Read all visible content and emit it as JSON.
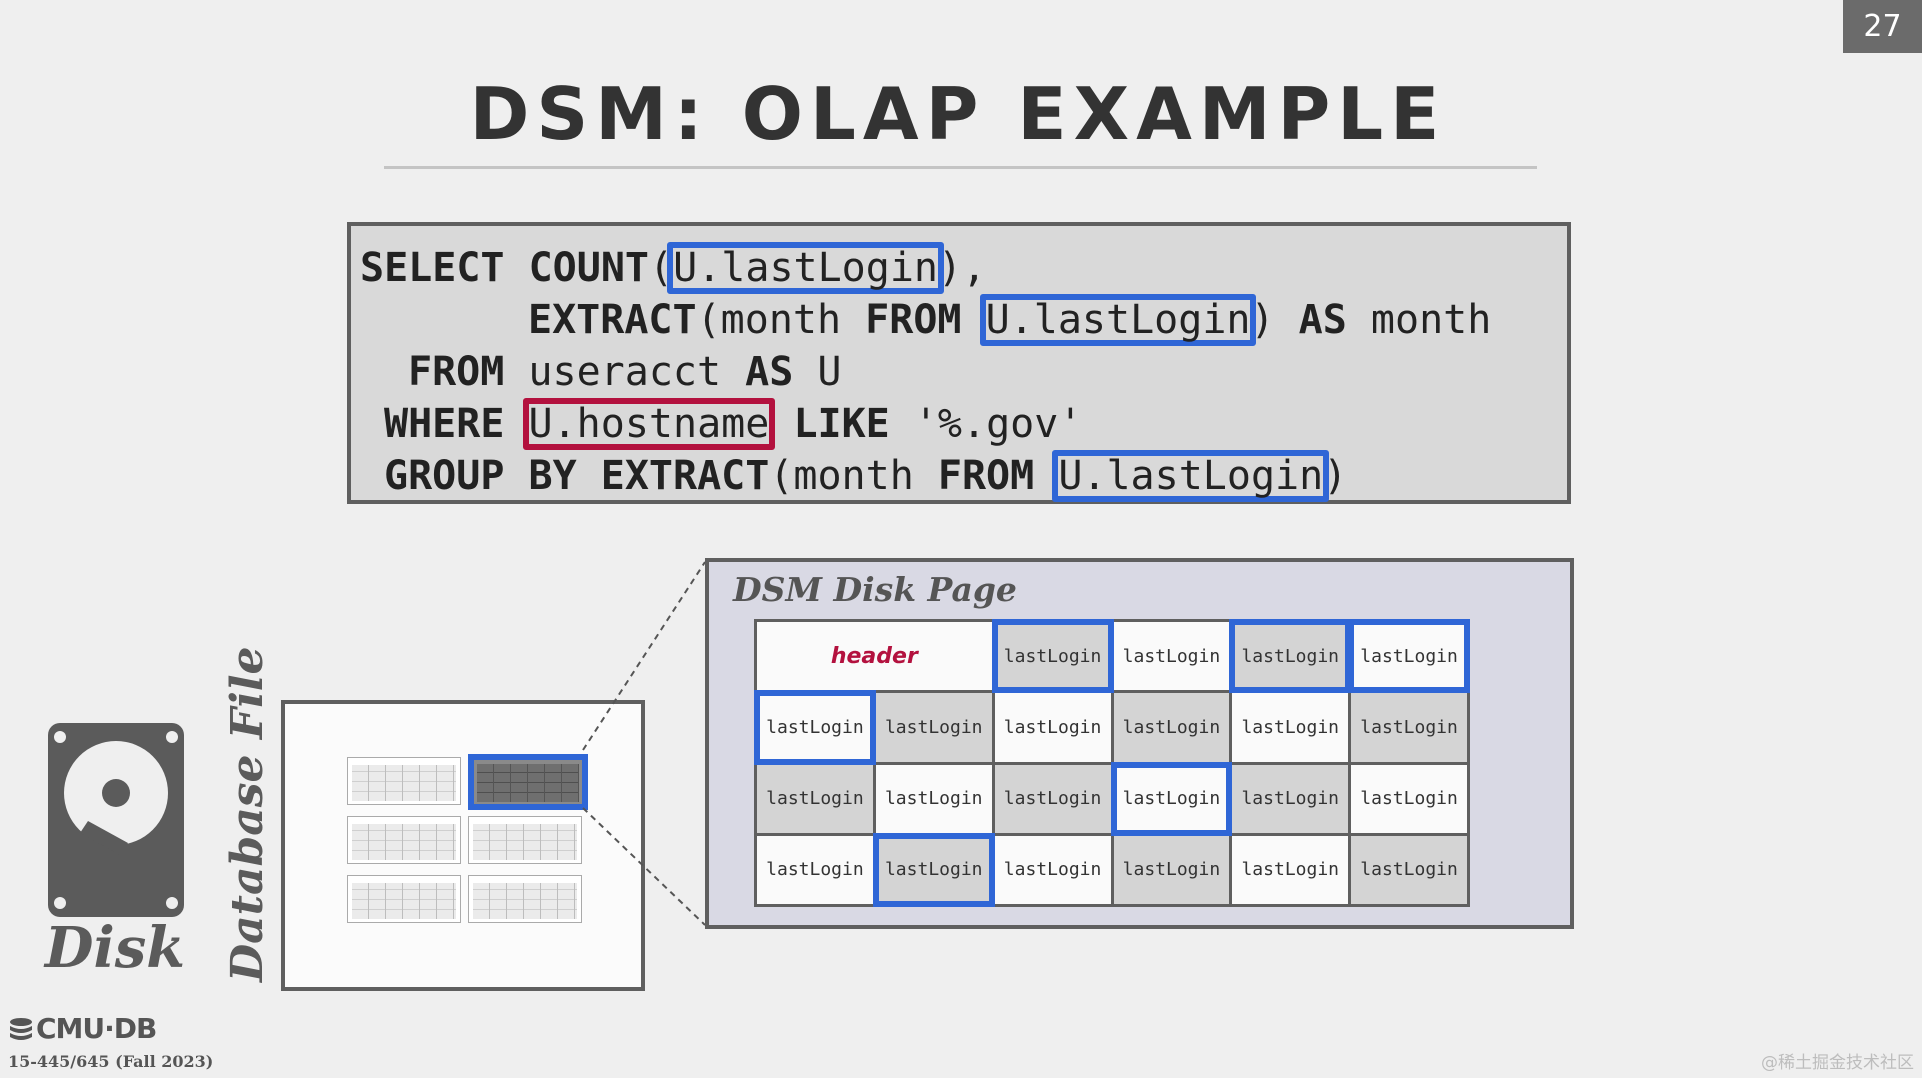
{
  "slide": {
    "number": "27",
    "title": "DSM: OLAP EXAMPLE"
  },
  "sql": {
    "line1": {
      "kw1": "SELECT",
      "kw2": "COUNT",
      "open": "(",
      "col": "U.lastLogin",
      "close": "),"
    },
    "line2": {
      "kw1": "EXTRACT",
      "text1": "(month ",
      "kw2": "FROM",
      "col": "U.lastLogin",
      "close": ")",
      "kw3": "AS",
      "text2": " month"
    },
    "line3": {
      "kw1": "FROM",
      "text1": " useracct ",
      "kw2": "AS",
      "text2": " U"
    },
    "line4": {
      "kw1": "WHERE",
      "col": "U.hostname",
      "kw2": "LIKE",
      "text1": " '%.gov'"
    },
    "line5": {
      "kw1": "GROUP BY EXTRACT",
      "text1": "(month ",
      "kw2": "FROM",
      "col": "U.lastLogin",
      "close": ")"
    }
  },
  "disk": {
    "label": "Disk",
    "file_label": "Database File"
  },
  "dsm_page": {
    "title": "DSM Disk Page",
    "header": "header",
    "cell_label": "lastLogin"
  },
  "footer": {
    "logo": "CMU·DB",
    "course": "15-445/645 (Fall 2023)",
    "watermark": "@稀土掘金技术社区"
  },
  "colors": {
    "highlight_blue": "#2f66d6",
    "highlight_red": "#b3113e"
  }
}
